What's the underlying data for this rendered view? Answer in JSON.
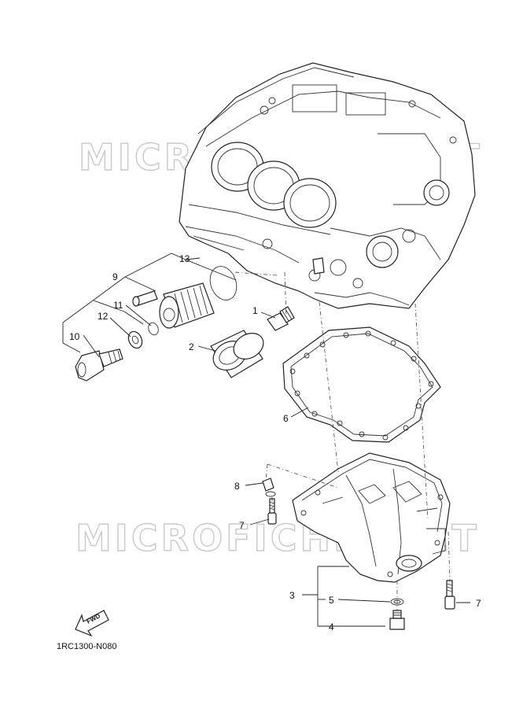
{
  "diagram": {
    "watermark": "MICROFICHESNET",
    "diagram_code": "1RC1300-N080",
    "fwd_arrow_label": "FWD",
    "callouts": [
      "1",
      "2",
      "3",
      "4",
      "5",
      "6",
      "7",
      "7",
      "8",
      "9",
      "10",
      "11",
      "12",
      "13"
    ]
  }
}
